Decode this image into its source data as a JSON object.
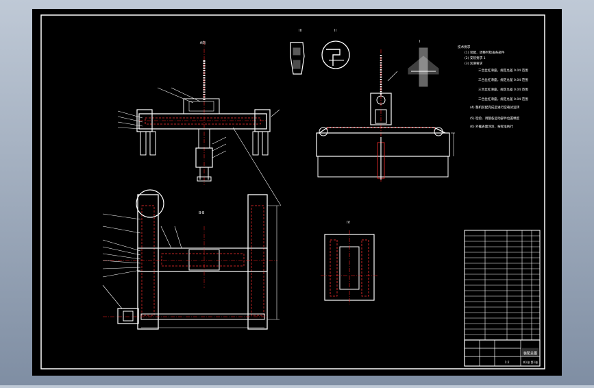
{
  "drawing": {
    "view_labels": {
      "top_center": "A向",
      "bottom_center": "B-B",
      "detail_i": "I",
      "detail_ii": "II",
      "detail_iv": "IV",
      "section_a": "A"
    },
    "tech_notes_title": "技术要求",
    "tech_notes": [
      "(1) 装配、调整时检查各部件",
      "(2) 安装要求 1",
      "(3) 润滑要求",
      "三合丝杠滑座，规定允差 0.04 范围",
      "三合丝杠滑座，规定允差 0.04 范围",
      "三合丝杠滑座，规定允差 0.04 范围",
      "三合丝杠滑座，规定允差 0.04 范围",
      "(4) 整机装配完成后进行空载试运转",
      "(5) 检验、调整各运动部件位置精度",
      "(6) 外露表面涂漆，按标准执行"
    ],
    "title_block": {
      "drawing_title": "装配总图",
      "scale": "1:2",
      "sheet": "共1张 第1张"
    },
    "colors": {
      "outer_bg": "#8a99ad",
      "sheet_bg": "#000000",
      "frame_line": "#ffffff",
      "center_line": "#ff2020",
      "section_line": "#ff3030"
    }
  }
}
